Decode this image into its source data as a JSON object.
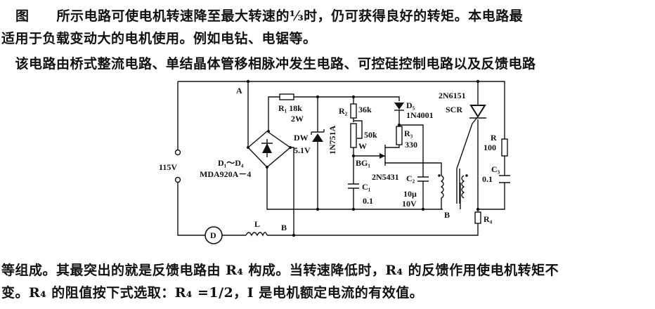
{
  "paragraphs": {
    "top": [
      "图　　所示电路可使电机转速降至最大转速的⅓时，仍可获得良好的转矩。本电路最",
      "适用于负载变动大的电机使用。例如电钻、电锯等。",
      "　该电路由桥式整流电路、单结晶体管移相脉冲发生电路、可控硅控制电路以及反馈电路"
    ],
    "bottom": [
      "等组成。其最突出的就是反馈电路由 R₄ 构成。当转速降低时，R₄ 的反馈作用使电机转矩不",
      "变。R₄ 的阻值按下式选取：R₄ =1/2，I 是电机额定电流的有效值。"
    ]
  },
  "diagram": {
    "node_a": "A",
    "node_b1": "B",
    "node_b2": "B",
    "supply": "115V",
    "bridge": "D₁～D₄",
    "bridge_part": "MDA920A－4",
    "r1": "R₁ 18k",
    "r1_power": "2W",
    "dw": "DW",
    "dw_voltage": "5.1V",
    "dw_part": "1N751A",
    "r2": "R₂",
    "r2_value": "36k",
    "pot_value": "50k",
    "pot": "W",
    "bg1": "BG₁",
    "bg1_part": "2N5431",
    "c1": "C₁",
    "c1_value": "0.1",
    "d5": "D₅",
    "d5_part": "1N4001",
    "r3": "R₃",
    "r3_value": "330",
    "c2": "C₂",
    "c2_value": "10μ",
    "c2_voltage": "10V",
    "scr_part": "2N6151",
    "scr": "SCR",
    "r": "R",
    "r_value": "100",
    "c3": "C₃",
    "c3_value": "0.1",
    "r4": "R₄",
    "motor": "D",
    "inductor": "L"
  }
}
